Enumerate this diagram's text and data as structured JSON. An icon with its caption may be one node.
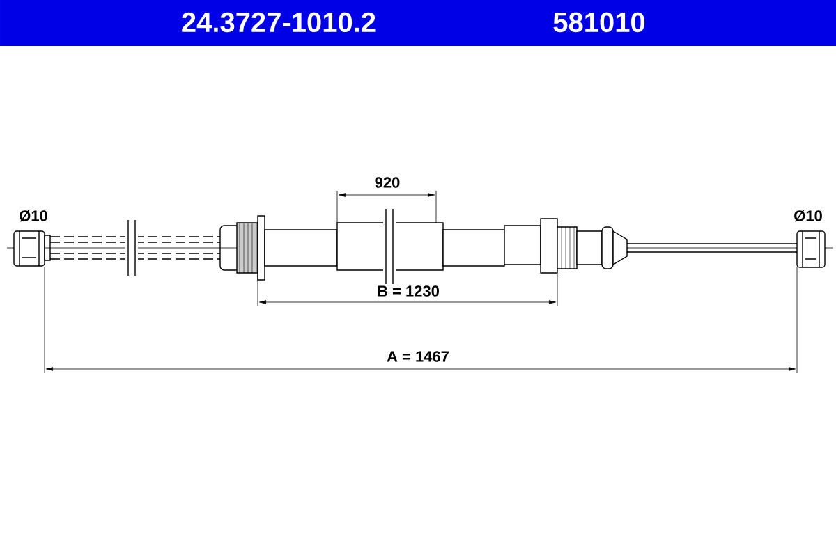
{
  "diagram": {
    "labels": [
      "24.3727-1010.2",
      "581010",
      "Ø10",
      "920",
      "Ø10",
      "B = 1230",
      "A = 1467"
    ]
  }
}
